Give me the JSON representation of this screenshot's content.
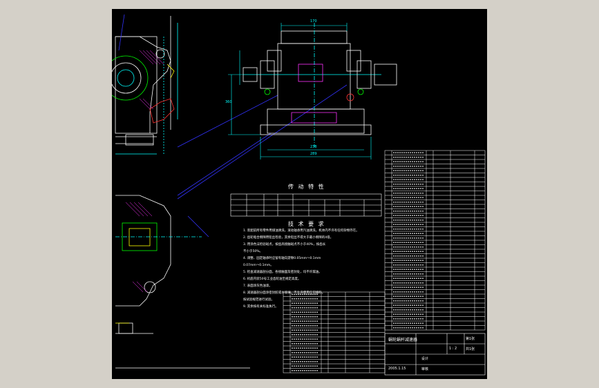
{
  "colors": {
    "background": "#d4d0c8",
    "drawing_bg": "#000000",
    "line": "#ffffff",
    "cyan": "#00ffff",
    "blue": "#3333ff",
    "green": "#00ff00",
    "red": "#ff3333",
    "yellow": "#ffff00",
    "magenta": "#ff33ff"
  },
  "drawing": {
    "transmission_table_title": "传 动 特 性",
    "tech_requirements_title": "技 术 要 求",
    "tech_requirements": [
      "1. 装配前所有零件用煤油清洗，滚动轴承用汽油清洗，机体内不许有任何杂物存在。",
      "2. 齿轮啮合侧隙用铅丝检验，其余铅丝不得大于最小侧隙的4倍。",
      "3. 用涂色法检验斑点，按齿高接触斑点不小于40%，按齿长",
      "   不小于50%。",
      "4. 调整、固定轴承时应留有轴向游隙0.05mm～0.1mm",
      "   0.07mm～0.1mm。",
      "5. 检查减速器剖分面，各接触面及密封处，均不许漏油。",
      "6. 机座内装50号工业齿轮油至规定高度。",
      "7. 表面涂灰色油漆。",
      "8. 减速器剖分面涂密封胶或水玻璃，不允许使用任何填料。",
      "   按试验规范进行试验。",
      "9. 其余按有关标准执行。"
    ],
    "dimensions": {
      "top_width": "170",
      "base_width_inner": "238",
      "base_width_outer": "289",
      "height": "360"
    },
    "title_block": {
      "drawing_name": "蜗轮蜗杆减速器",
      "scale": "1 : 2",
      "sheet": "第1张",
      "total": "共1张",
      "designer": "设计",
      "checker": "审核",
      "date": "2005.1.15"
    }
  }
}
